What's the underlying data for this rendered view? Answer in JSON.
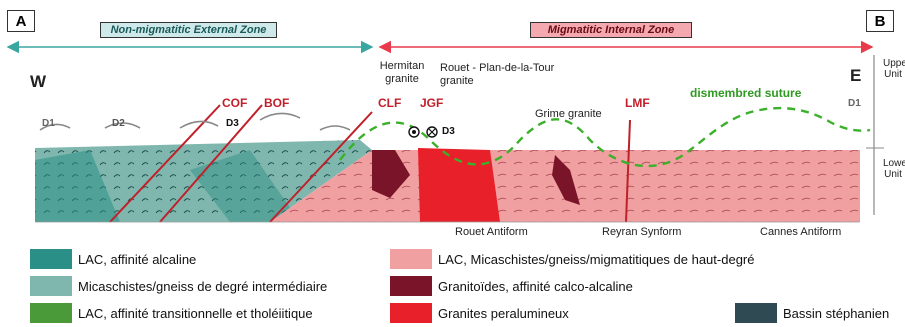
{
  "section_ends": {
    "left": "A",
    "right": "B"
  },
  "zones": {
    "external": "Non-migmatitic External Zone",
    "internal": "Migmatitic Internal Zone"
  },
  "orientation": {
    "west": "W",
    "east": "E"
  },
  "faults": {
    "cof": "COF",
    "bof": "BOF",
    "clf": "CLF",
    "jgf": "JGF",
    "lmf": "LMF"
  },
  "deformation": {
    "d1_left": "D1",
    "d2": "D2",
    "d3_left": "D3",
    "d3_center": "D3",
    "d1_right": "D1"
  },
  "granites": {
    "hermitan": "Hermitan granite",
    "rouet": "Rouet - Plan-de-la-Tour granite",
    "grime": "Grime granite"
  },
  "suture": "dismembred suture",
  "units": {
    "upper": "Upper Unit",
    "lower": "Lower Unit"
  },
  "structures": {
    "rouet_antiform": "Rouet Antiform",
    "reyran_synform": "Reyran Synform",
    "cannes_antiform": "Cannes Antiform"
  },
  "legend": [
    {
      "label": "LAC, affinité alcaline",
      "color": "#2a8f86"
    },
    {
      "label": "Micaschistes/gneiss de degré intermédiaire",
      "color": "#7fb7ae"
    },
    {
      "label": "LAC, affinité transitionnelle et tholéiitique",
      "color": "#4a9a3a"
    },
    {
      "label": "LAC, Micaschistes/gneiss/migmatitiques de haut-degré",
      "color": "#f0a0a0"
    },
    {
      "label": "Granitoïdes, affinité calco-alcaline",
      "color": "#7a1428"
    },
    {
      "label": "Granites peralumineux",
      "color": "#e8202a"
    },
    {
      "label": "Bassin stéphanien",
      "color": "#2f4a52"
    }
  ],
  "colors": {
    "external_arrow": "#3aa6a0",
    "internal_arrow": "#e83a4a",
    "fault_red": "#c0202a",
    "suture_green": "#3bb02a"
  }
}
